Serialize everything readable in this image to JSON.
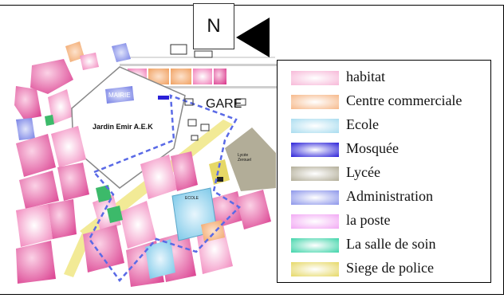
{
  "north": {
    "label": "N"
  },
  "map_labels": {
    "station": "GARE",
    "town_hall": "MAIRIE",
    "garden": "Jardin  Emir  A.E.K",
    "school": "ECOLE",
    "lycee": "Lycée Zerouel"
  },
  "legend": {
    "items": [
      {
        "label": "habitat",
        "color": "#f7b8d8"
      },
      {
        "label": "Centre commerciale",
        "color": "#f6b889"
      },
      {
        "label": "Ecole",
        "color": "#a8dcef"
      },
      {
        "label": "Mosquée",
        "color": "#2a20d8"
      },
      {
        "label": "Lycée",
        "color": "#b2ad98"
      },
      {
        "label": "Administration",
        "color": "#8c95ea"
      },
      {
        "label": " la poste",
        "color": "#f2a8f4"
      },
      {
        "label": "La salle de soin",
        "color": "#3fd4a9"
      },
      {
        "label": "Siege de police",
        "color": "#e6d866"
      }
    ]
  }
}
